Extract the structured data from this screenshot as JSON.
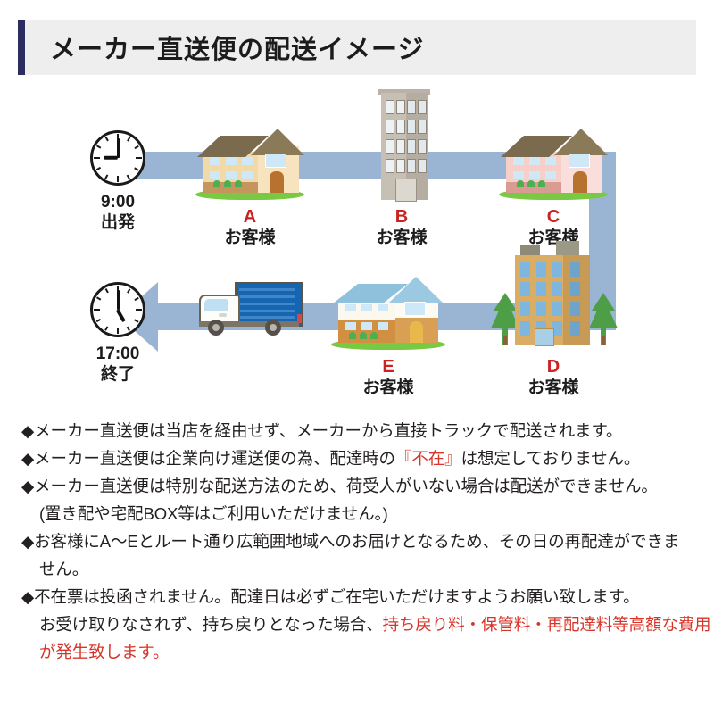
{
  "header": {
    "title": "メーカー直送便の配送イメージ",
    "accent_bar_color": "#2b2d5e",
    "bg_color": "#eeeeee"
  },
  "diagram": {
    "route_color": "#9ab4d4",
    "letter_color": "#cc2222",
    "start": {
      "icon": "clock-icon",
      "time": "9:00",
      "label": "出発",
      "clock_hour": 9,
      "clock_minute": 0
    },
    "end": {
      "icon": "clock-icon",
      "time": "17:00",
      "label": "終了",
      "clock_hour": 5,
      "clock_minute": 0
    },
    "truck": {
      "icon": "delivery-truck-icon",
      "body_color": "#1565b0",
      "cab_color": "#ffffff"
    },
    "arrow": {
      "icon": "arrow-left-icon",
      "color": "#9ab4d4"
    },
    "stops": [
      {
        "letter": "A",
        "sub": "お客様",
        "icon": "house-icon",
        "style": "beige house"
      },
      {
        "letter": "B",
        "sub": "お客様",
        "icon": "apartment-building-icon",
        "style": "gray mid-rise"
      },
      {
        "letter": "C",
        "sub": "お客様",
        "icon": "house-icon",
        "style": "pink house"
      },
      {
        "letter": "D",
        "sub": "お客様",
        "icon": "office-building-icon",
        "style": "tan office with trees"
      },
      {
        "letter": "E",
        "sub": "お客様",
        "icon": "house-icon",
        "style": "blue-roof house"
      }
    ]
  },
  "notes": [
    {
      "bullet": "◆",
      "indent": false,
      "segments": [
        {
          "text": "メーカー直送便は当店を経由せず、メーカーから直接トラックで配送されます。",
          "red": false
        }
      ]
    },
    {
      "bullet": "◆",
      "indent": false,
      "segments": [
        {
          "text": "メーカー直送便は企業向け運送便の為、配達時の",
          "red": false
        },
        {
          "text": "『不在』",
          "red": true
        },
        {
          "text": "は想定しておりません。",
          "red": false
        }
      ]
    },
    {
      "bullet": "◆",
      "indent": false,
      "segments": [
        {
          "text": "メーカー直送便は特別な配送方法のため、荷受人がいない場合は配送ができません。",
          "red": false
        }
      ]
    },
    {
      "bullet": "",
      "indent": true,
      "segments": [
        {
          "text": "(置き配や宅配BOX等はご利用いただけません。)",
          "red": false
        }
      ]
    },
    {
      "bullet": "◆",
      "indent": false,
      "segments": [
        {
          "text": "お客様にA〜Eとルート通り広範囲地域へのお届けとなるため、その日の再配達ができま",
          "red": false
        }
      ]
    },
    {
      "bullet": "",
      "indent": true,
      "segments": [
        {
          "text": "せん。",
          "red": false
        }
      ]
    },
    {
      "bullet": "◆",
      "indent": false,
      "segments": [
        {
          "text": "不在票は投函されません。配達日は必ずご在宅いただけますようお願い致します。",
          "red": false
        }
      ]
    },
    {
      "bullet": "",
      "indent": true,
      "segments": [
        {
          "text": "お受け取りなされず、持ち戻りとなった場合、",
          "red": false
        },
        {
          "text": "持ち戻り料・保管料・再配達料等高額な費用",
          "red": true
        }
      ]
    },
    {
      "bullet": "",
      "indent": true,
      "segments": [
        {
          "text": "が発生致します。",
          "red": true
        }
      ]
    }
  ]
}
